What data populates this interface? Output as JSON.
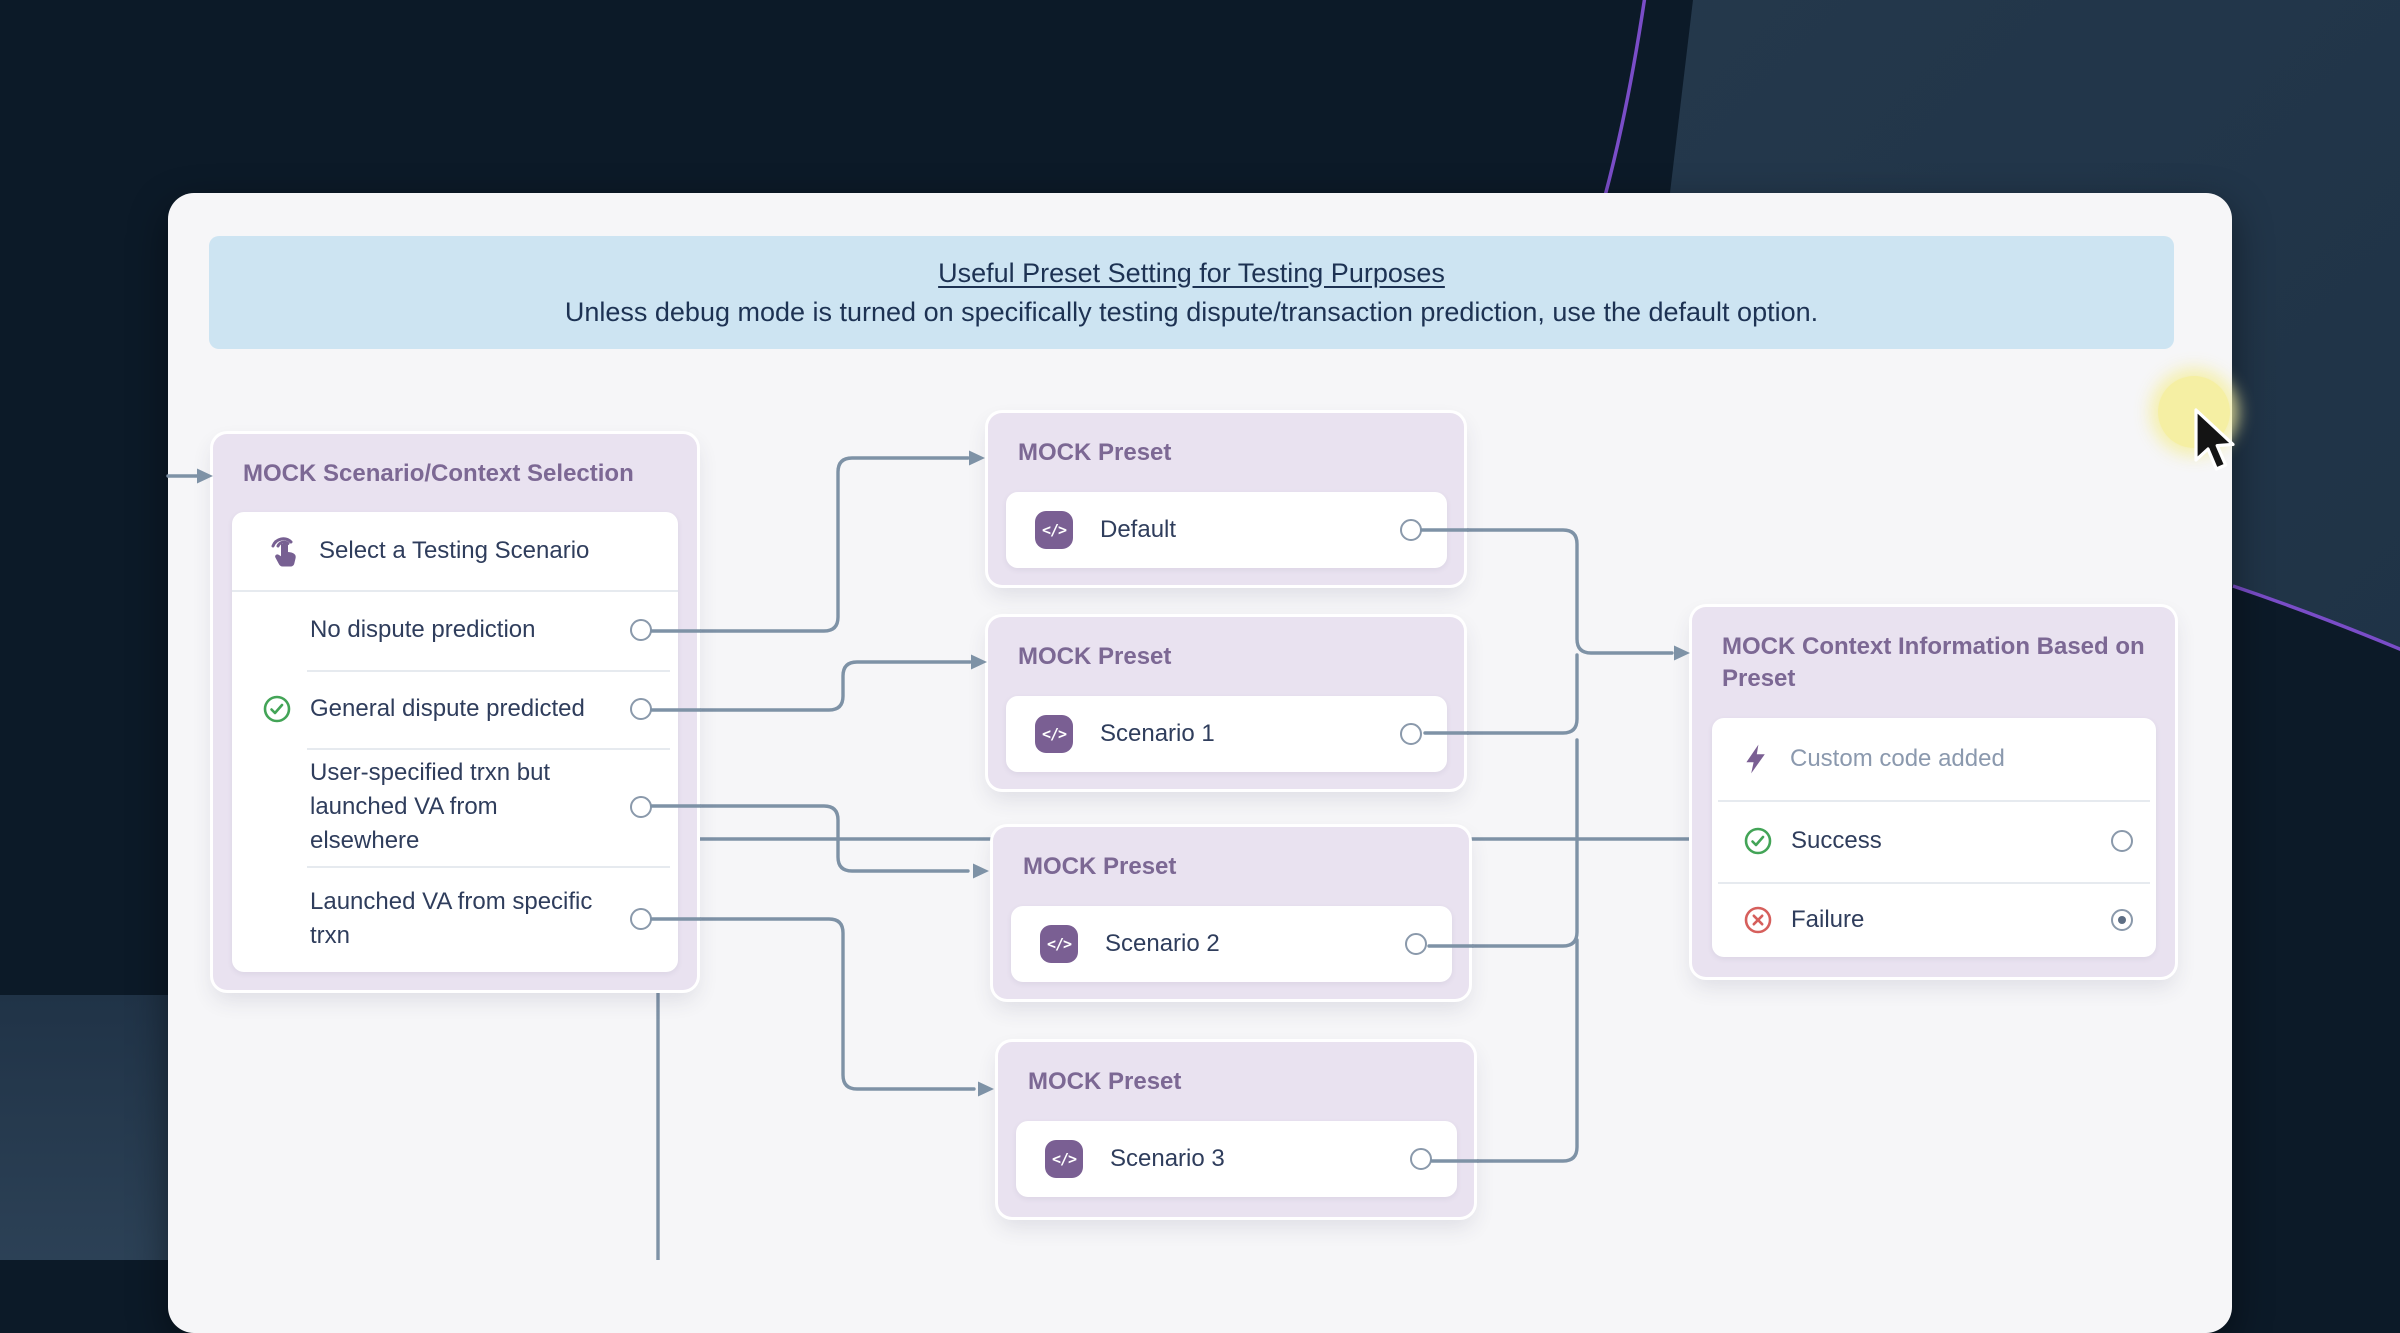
{
  "banner": {
    "title": "Useful Preset Setting for Testing Purposes",
    "subtitle": "Unless debug mode is turned on specifically testing dispute/transaction prediction, use the default option."
  },
  "scenario_node": {
    "title": "MOCK Scenario/Context Selection",
    "action_row": "Select a Testing Scenario",
    "options": [
      "No dispute prediction",
      "General dispute predicted",
      "User-specified trxn but launched VA from elsewhere",
      "Launched VA from specific trxn"
    ]
  },
  "preset_nodes": [
    {
      "title": "MOCK Preset",
      "item": "Default"
    },
    {
      "title": "MOCK Preset",
      "item": "Scenario 1"
    },
    {
      "title": "MOCK Preset",
      "item": "Scenario 2"
    },
    {
      "title": "MOCK Preset",
      "item": "Scenario 3"
    }
  ],
  "context_node": {
    "title": "MOCK Context Information Based on Preset",
    "custom_row": "Custom code added",
    "success_row": "Success",
    "failure_row": "Failure"
  },
  "icons": {
    "code_glyph": "</>",
    "tap": "tap-gesture-icon",
    "bolt": "lightning-icon",
    "check": "check-circle-icon",
    "cross": "x-circle-icon"
  },
  "colors": {
    "connector": "#7e92a6",
    "accent_purple": "#7a5f93",
    "header_purple": "#7c6894",
    "success_green": "#43a457",
    "failure_red": "#d65f5c",
    "banner_bg": "#cde4f2",
    "node_bg": "#e9e2f0",
    "canvas_bg": "#f6f6f8",
    "bg_dark": "#0c1a28",
    "bg_slate": "#25384a",
    "highlight_yellow": "#f5efa3",
    "purple_line": "#7a4dc8"
  }
}
